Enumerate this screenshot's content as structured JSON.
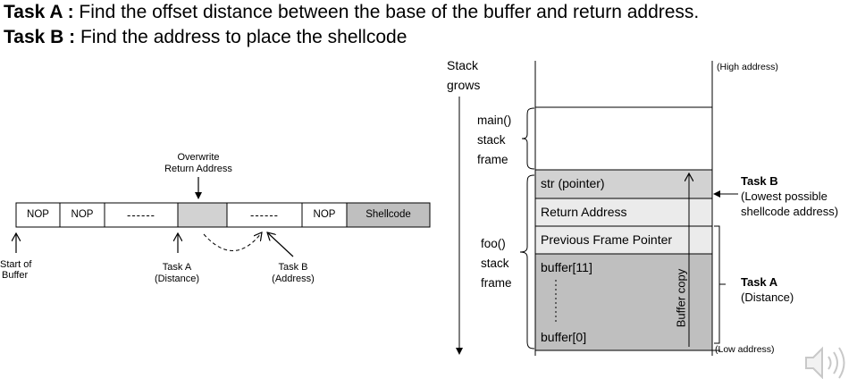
{
  "title": {
    "task_a_prefix": "Task A :",
    "task_a_text": " Find the offset distance between the base of the buffer and return address.",
    "task_b_prefix": "Task B :",
    "task_b_text": " Find the address to place the shellcode"
  },
  "buffer_diagram": {
    "overwrite_label_line1": "Overwrite",
    "overwrite_label_line2": "Return Address",
    "cells": {
      "nop1": "NOP",
      "nop2": "NOP",
      "dash1": "------",
      "dash2": "------",
      "nop3": "NOP",
      "shellcode": "Shellcode"
    },
    "start_label_line1": "Start of",
    "start_label_line2": "Buffer",
    "task_a_line1": "Task A",
    "task_a_line2": "(Distance)",
    "task_b_line1": "Task B",
    "task_b_line2": "(Address)"
  },
  "stack_diagram": {
    "stack_grows_line1": "Stack",
    "stack_grows_line2": "grows",
    "high_address": "(High address)",
    "low_address": "(Low address)",
    "main_frame_line1": "main()",
    "main_frame_line2": "stack",
    "main_frame_line3": "frame",
    "foo_frame_line1": "foo()",
    "foo_frame_line2": "stack",
    "foo_frame_line3": "frame",
    "rows": {
      "str": "str (pointer)",
      "ret": "Return Address",
      "prev": "Previous Frame Pointer",
      "buf11": "buffer[11]",
      "buf0": "buffer[0]"
    },
    "buffer_copy": "Buffer copy",
    "task_b_title": "Task B",
    "task_b_line1": "(Lowest possible",
    "task_b_line2": "shellcode address)",
    "task_a_title": "Task A",
    "task_a_line1": "(Distance)"
  },
  "colors": {
    "gray_fill": "#d2d2d2",
    "buffer_fill": "#bfbfbf",
    "light_fill": "#ebebeb",
    "line": "#000000",
    "speaker": "#c8c8c8"
  },
  "icons": {
    "speaker": "speaker-icon"
  }
}
